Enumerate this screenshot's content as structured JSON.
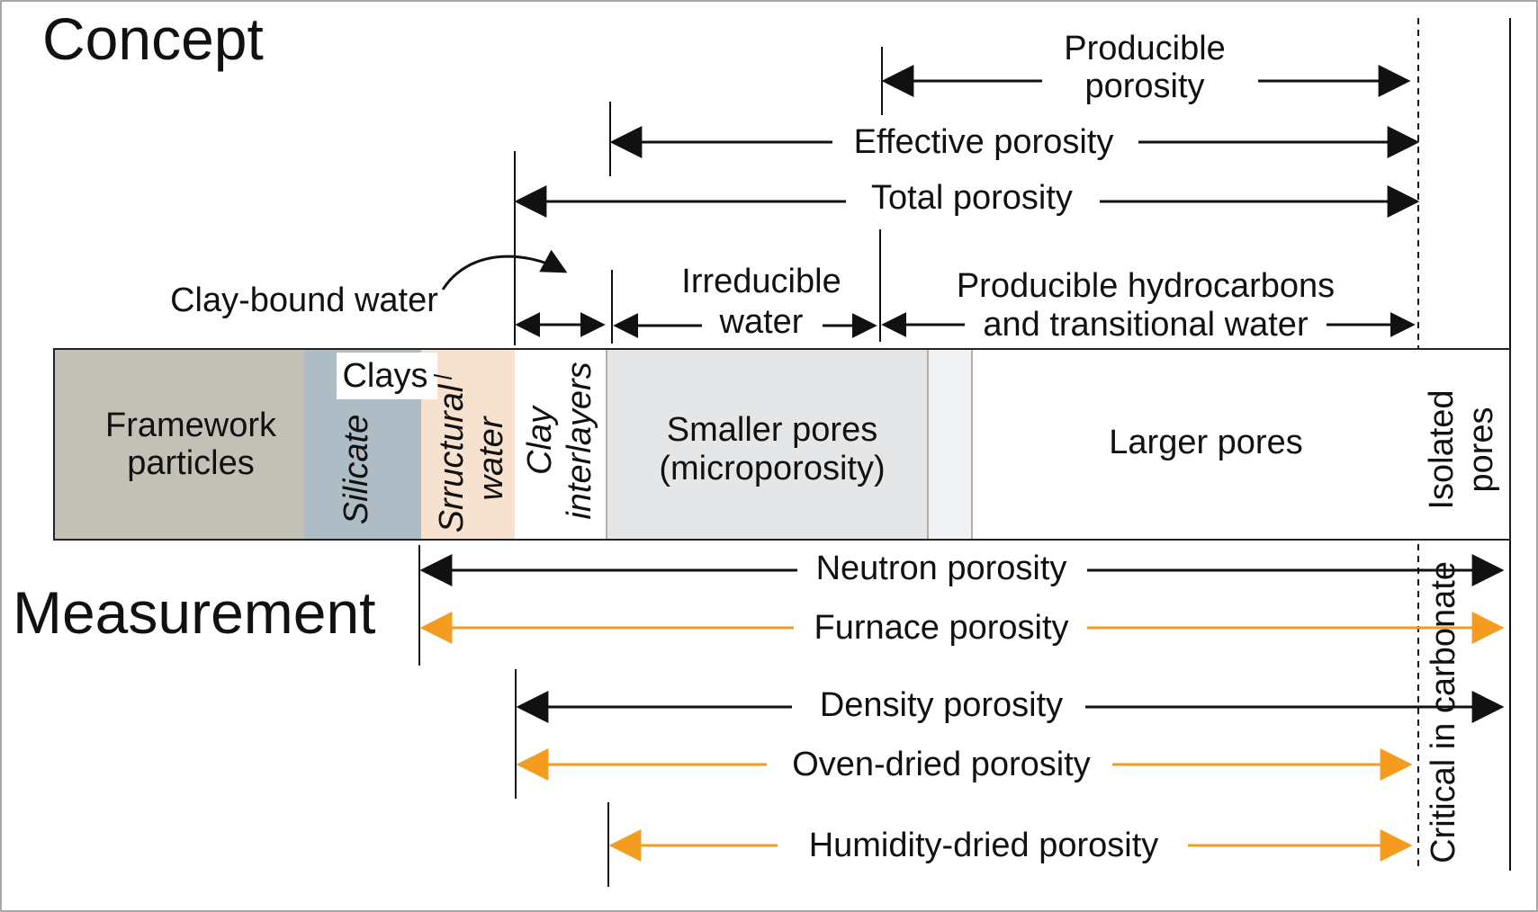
{
  "colors": {
    "black": "#111111",
    "orange": "#f39c1f",
    "framework": "#c3c1b5",
    "silicate": "#aebcc6",
    "structural_water": "#f7e1cf",
    "smaller_pores": "#e4e6e8",
    "transition": "#f1f2f3"
  },
  "concept": {
    "title": "Concept",
    "producible_porosity": [
      "Producible",
      "porosity"
    ],
    "effective_porosity": "Effective porosity",
    "total_porosity": "Total porosity",
    "clay_bound_water": "Clay-bound water",
    "irreducible_water": [
      "Irreducible",
      "water"
    ],
    "producible_hydrocarbons": [
      "Producible hydrocarbons",
      "and transitional water"
    ]
  },
  "bar": {
    "framework": [
      "Framework",
      "particles"
    ],
    "clays": "Clays",
    "silicate": "Silicate",
    "structural_water": [
      "Srructural",
      "water"
    ],
    "clay_interlayers": [
      "Clay",
      "interlayers"
    ],
    "smaller_pores": [
      "Smaller pores",
      "(microporosity)"
    ],
    "larger_pores": "Larger pores",
    "isolated_pores": [
      "Isolated",
      "pores"
    ]
  },
  "measurement": {
    "title": "Measurement",
    "neutron": "Neutron porosity",
    "furnace": "Furnace porosity",
    "density": "Density porosity",
    "oven": "Oven-dried porosity",
    "humidity": "Humidity-dried porosity",
    "critical": "Critical in carbonate"
  }
}
